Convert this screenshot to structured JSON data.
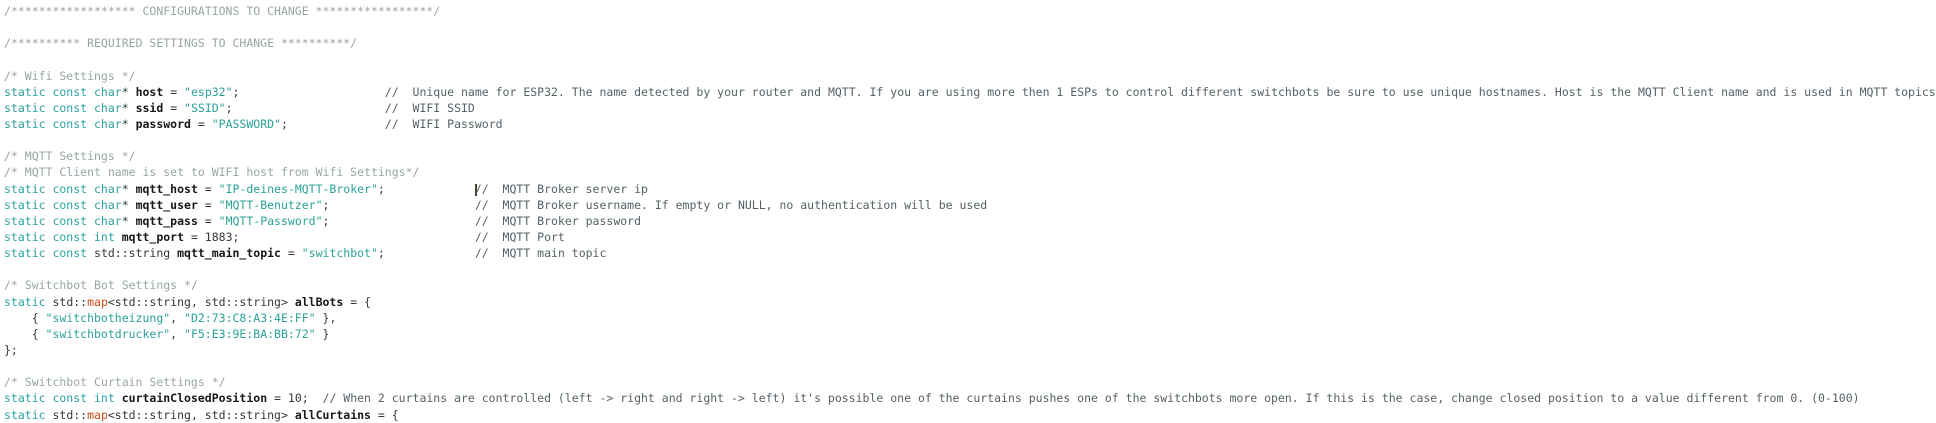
{
  "editor": {
    "background": "#ffffff",
    "colors": {
      "keyword": "#2aa1a2",
      "string": "#2aa198",
      "plain": "#32383a",
      "identifier": "#14181a",
      "comment_block": "#98a5a5",
      "comment_line": "#556166",
      "type_special": "#cb4b16",
      "caret": "#45452a"
    },
    "lines": [
      {
        "tokens": [
          {
            "c": "comment_block",
            "t": "/****************** CONFIGURATIONS TO CHANGE *****************/"
          }
        ]
      },
      {
        "tokens": []
      },
      {
        "tokens": [
          {
            "c": "comment_block",
            "t": "/********** REQUIRED SETTINGS TO CHANGE **********/"
          }
        ]
      },
      {
        "tokens": []
      },
      {
        "tokens": [
          {
            "c": "comment_block",
            "t": "/* Wifi Settings */"
          }
        ]
      },
      {
        "tokens": [
          {
            "c": "keyword",
            "t": "static const char"
          },
          {
            "c": "plain",
            "t": "* "
          },
          {
            "c": "ident",
            "t": "host"
          },
          {
            "c": "plain",
            "t": " = "
          },
          {
            "c": "string",
            "t": "\"esp32\""
          },
          {
            "c": "plain",
            "t": ";                     "
          },
          {
            "c": "comment_line",
            "t": "//  Unique name for ESP32. The name detected by your router and MQTT. If you are using more then 1 ESPs to control different switchbots be sure to use unique hostnames. Host is the MQTT Client name and is used in MQTT topics"
          }
        ]
      },
      {
        "tokens": [
          {
            "c": "keyword",
            "t": "static const char"
          },
          {
            "c": "plain",
            "t": "* "
          },
          {
            "c": "ident",
            "t": "ssid"
          },
          {
            "c": "plain",
            "t": " = "
          },
          {
            "c": "string",
            "t": "\"SSID\""
          },
          {
            "c": "plain",
            "t": ";                      "
          },
          {
            "c": "comment_line",
            "t": "//  WIFI SSID"
          }
        ]
      },
      {
        "tokens": [
          {
            "c": "keyword",
            "t": "static const char"
          },
          {
            "c": "plain",
            "t": "* "
          },
          {
            "c": "ident",
            "t": "password"
          },
          {
            "c": "plain",
            "t": " = "
          },
          {
            "c": "string",
            "t": "\"PASSWORD\""
          },
          {
            "c": "plain",
            "t": ";              "
          },
          {
            "c": "comment_line",
            "t": "//  WIFI Password"
          }
        ]
      },
      {
        "tokens": []
      },
      {
        "tokens": [
          {
            "c": "comment_block",
            "t": "/* MQTT Settings */"
          }
        ]
      },
      {
        "tokens": [
          {
            "c": "comment_block",
            "t": "/* MQTT Client name is set to WIFI host from Wifi Settings*/"
          }
        ]
      },
      {
        "tokens": [
          {
            "c": "keyword",
            "t": "static const char"
          },
          {
            "c": "plain",
            "t": "* "
          },
          {
            "c": "ident",
            "t": "mqtt_host"
          },
          {
            "c": "plain",
            "t": " = "
          },
          {
            "c": "string",
            "t": "\"IP-deines-MQTT-Broker\""
          },
          {
            "c": "plain",
            "t": ";             "
          },
          {
            "c": "caret",
            "t": ""
          },
          {
            "c": "comment_line",
            "t": "//  MQTT Broker server ip"
          }
        ]
      },
      {
        "tokens": [
          {
            "c": "keyword",
            "t": "static const char"
          },
          {
            "c": "plain",
            "t": "* "
          },
          {
            "c": "ident",
            "t": "mqtt_user"
          },
          {
            "c": "plain",
            "t": " = "
          },
          {
            "c": "string",
            "t": "\"MQTT-Benutzer\""
          },
          {
            "c": "plain",
            "t": ";                     "
          },
          {
            "c": "comment_line",
            "t": "//  MQTT Broker username. If empty or NULL, no authentication will be used"
          }
        ]
      },
      {
        "tokens": [
          {
            "c": "keyword",
            "t": "static const char"
          },
          {
            "c": "plain",
            "t": "* "
          },
          {
            "c": "ident",
            "t": "mqtt_pass"
          },
          {
            "c": "plain",
            "t": " = "
          },
          {
            "c": "string",
            "t": "\"MQTT-Password\""
          },
          {
            "c": "plain",
            "t": ";                     "
          },
          {
            "c": "comment_line",
            "t": "//  MQTT Broker password"
          }
        ]
      },
      {
        "tokens": [
          {
            "c": "keyword",
            "t": "static const int"
          },
          {
            "c": "plain",
            "t": " "
          },
          {
            "c": "ident",
            "t": "mqtt_port"
          },
          {
            "c": "plain",
            "t": " = 1883;                                  "
          },
          {
            "c": "comment_line",
            "t": "//  MQTT Port"
          }
        ]
      },
      {
        "tokens": [
          {
            "c": "keyword",
            "t": "static const"
          },
          {
            "c": "plain",
            "t": " std::string "
          },
          {
            "c": "ident",
            "t": "mqtt_main_topic"
          },
          {
            "c": "plain",
            "t": " = "
          },
          {
            "c": "string",
            "t": "\"switchbot\""
          },
          {
            "c": "plain",
            "t": ";             "
          },
          {
            "c": "comment_line",
            "t": "//  MQTT main topic"
          }
        ]
      },
      {
        "tokens": []
      },
      {
        "tokens": [
          {
            "c": "comment_block",
            "t": "/* Switchbot Bot Settings */"
          }
        ]
      },
      {
        "tokens": [
          {
            "c": "keyword",
            "t": "static"
          },
          {
            "c": "plain",
            "t": " std::"
          },
          {
            "c": "type_special",
            "t": "map"
          },
          {
            "c": "plain",
            "t": "<std::string, std::string> "
          },
          {
            "c": "ident",
            "t": "allBots"
          },
          {
            "c": "plain",
            "t": " = {"
          }
        ]
      },
      {
        "tokens": [
          {
            "c": "plain",
            "t": "    { "
          },
          {
            "c": "string",
            "t": "\"switchbotheizung\""
          },
          {
            "c": "plain",
            "t": ", "
          },
          {
            "c": "string",
            "t": "\"D2:73:C8:A3:4E:FF\""
          },
          {
            "c": "plain",
            "t": " },"
          }
        ]
      },
      {
        "tokens": [
          {
            "c": "plain",
            "t": "    { "
          },
          {
            "c": "string",
            "t": "\"switchbotdrucker\""
          },
          {
            "c": "plain",
            "t": ", "
          },
          {
            "c": "string",
            "t": "\"F5:E3:9E:BA:BB:72\""
          },
          {
            "c": "plain",
            "t": " }"
          }
        ]
      },
      {
        "tokens": [
          {
            "c": "plain",
            "t": "};"
          }
        ]
      },
      {
        "tokens": []
      },
      {
        "tokens": [
          {
            "c": "comment_block",
            "t": "/* Switchbot Curtain Settings */"
          }
        ]
      },
      {
        "tokens": [
          {
            "c": "keyword",
            "t": "static const int"
          },
          {
            "c": "plain",
            "t": " "
          },
          {
            "c": "ident",
            "t": "curtainClosedPosition"
          },
          {
            "c": "plain",
            "t": " = 10;  "
          },
          {
            "c": "comment_line",
            "t": "// When 2 curtains are controlled (left -> right and right -> left) it's possible one of the curtains pushes one of the switchbots more open. If this is the case, change closed position to a value different from 0. (0-100)"
          }
        ]
      },
      {
        "tokens": [
          {
            "c": "keyword",
            "t": "static"
          },
          {
            "c": "plain",
            "t": " std::"
          },
          {
            "c": "type_special",
            "t": "map"
          },
          {
            "c": "plain",
            "t": "<std::string, std::string> "
          },
          {
            "c": "ident",
            "t": "allCurtains"
          },
          {
            "c": "plain",
            "t": " = {"
          }
        ]
      }
    ]
  }
}
